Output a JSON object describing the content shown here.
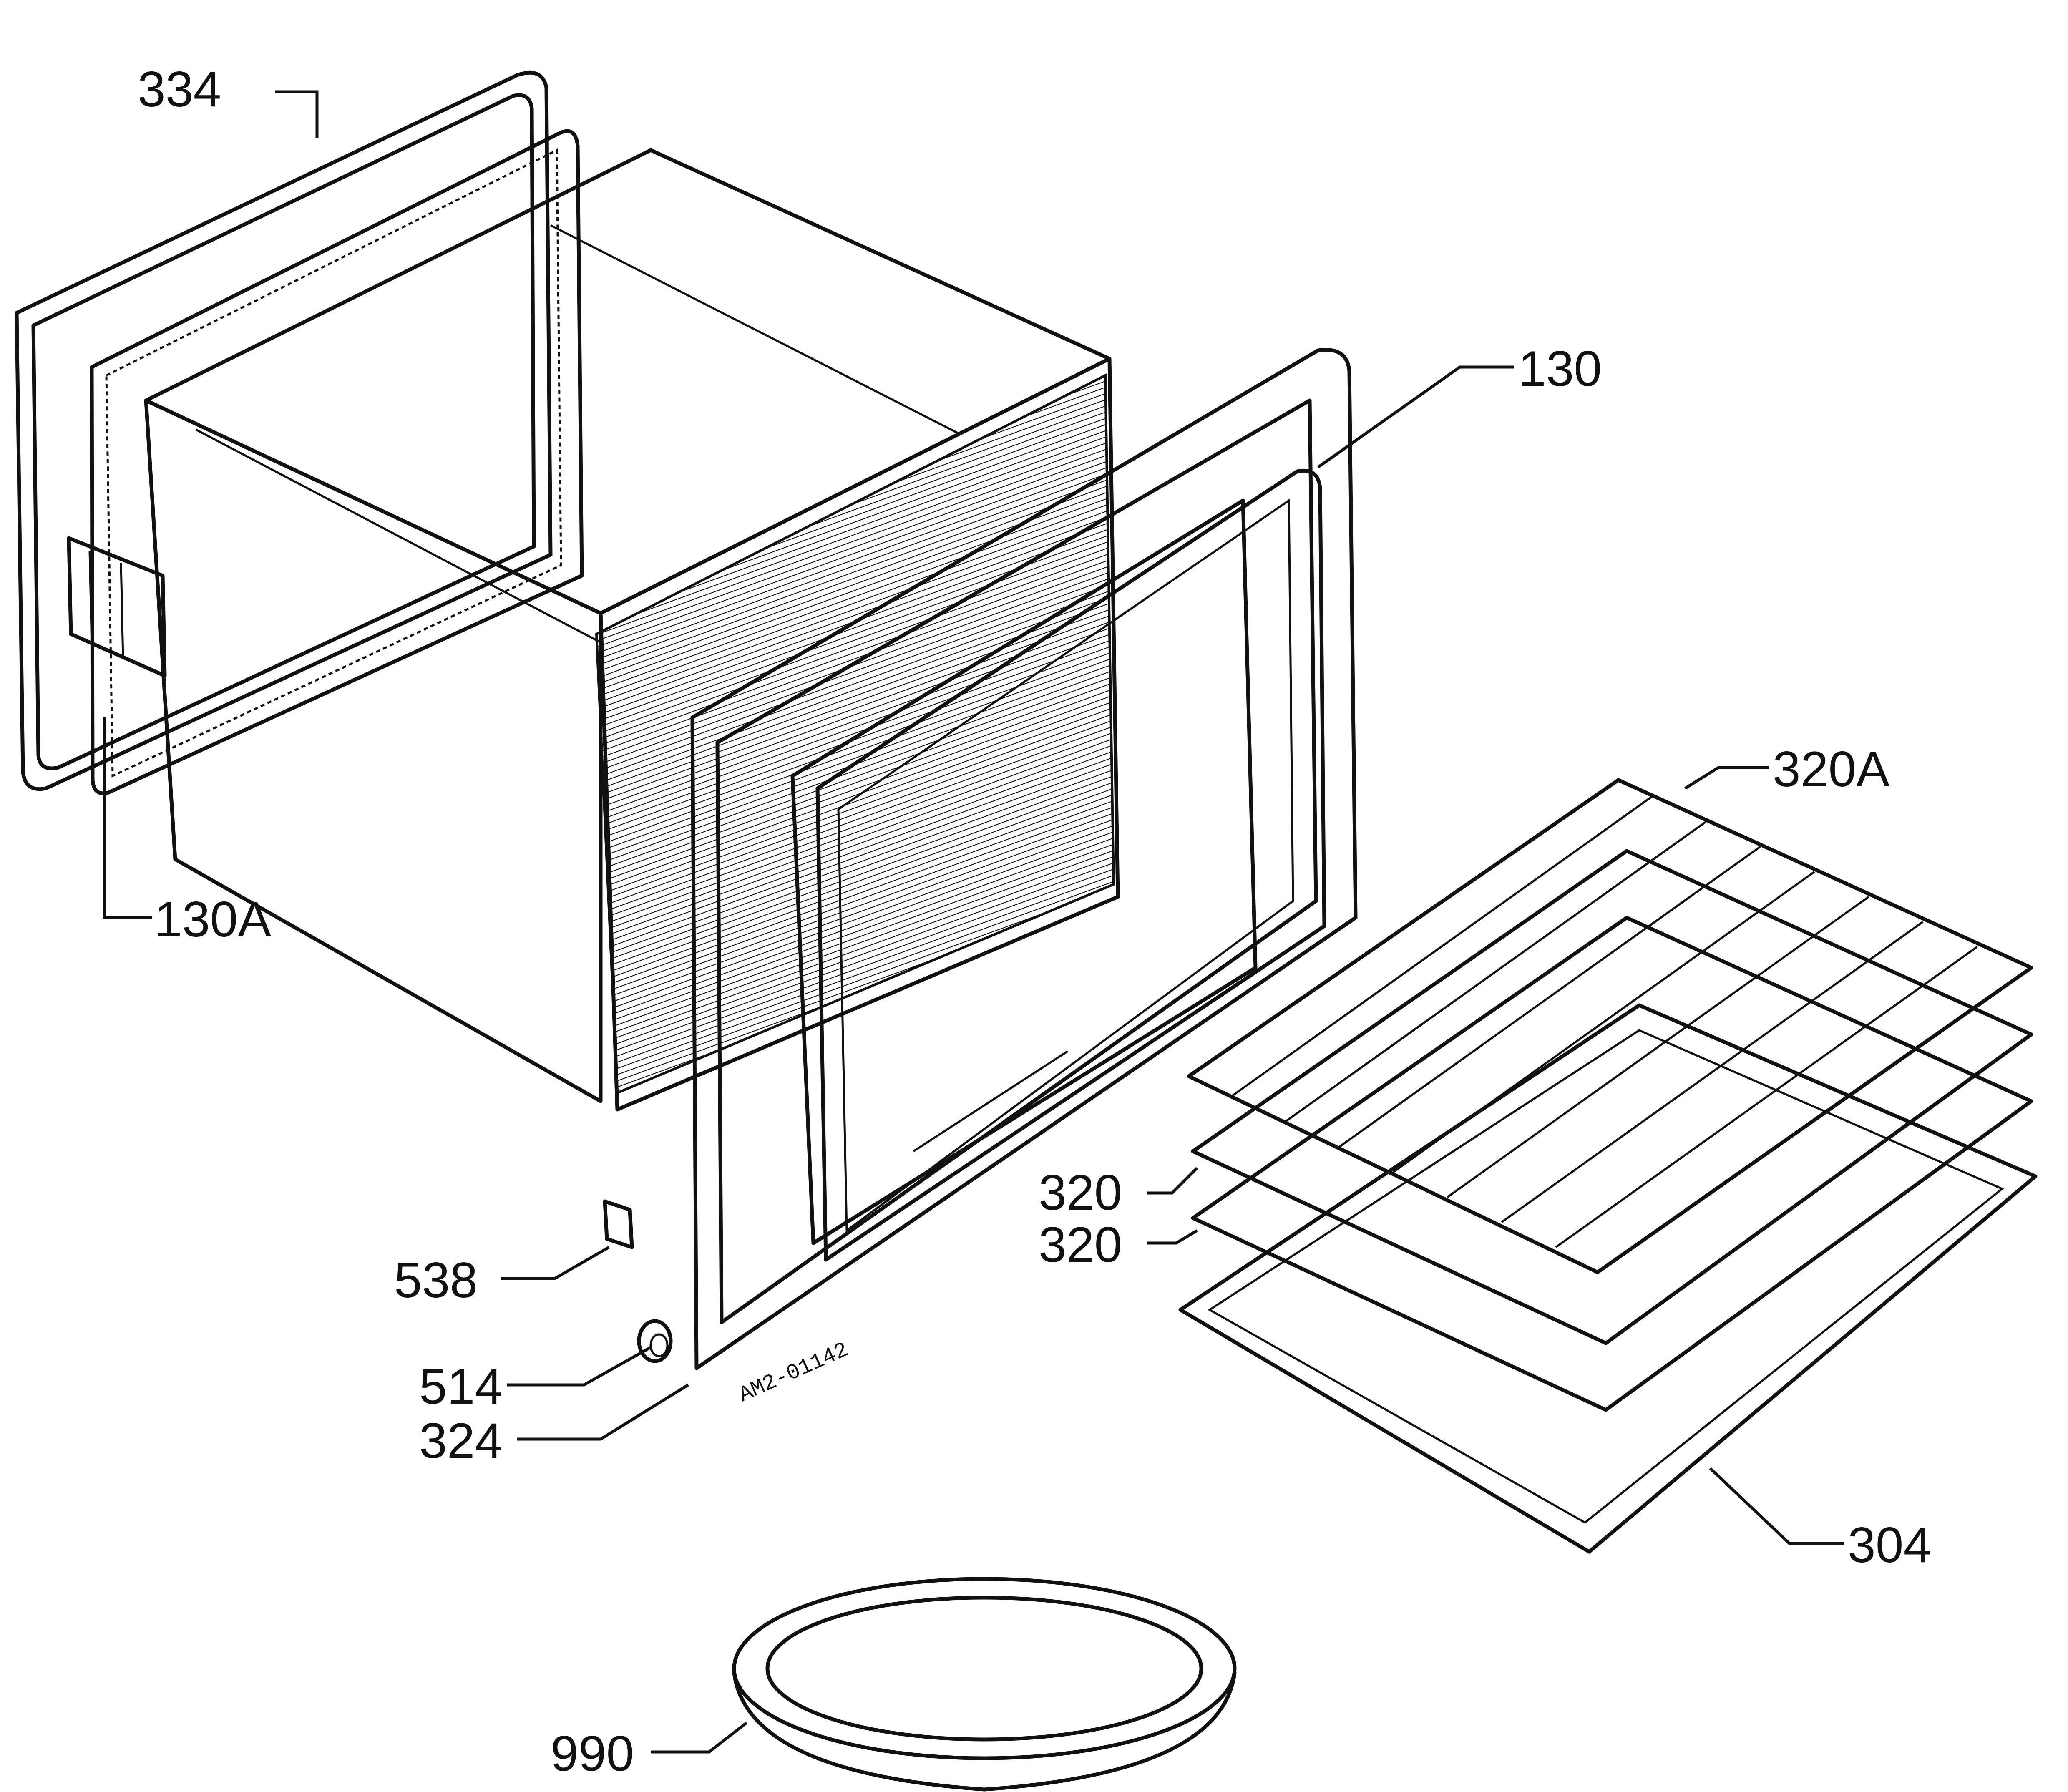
{
  "diagram": {
    "drawing_code": "AM2-01142",
    "labels": {
      "p334": "334",
      "p130": "130",
      "p130a": "130A",
      "p320a": "320A",
      "p320_upper": "320",
      "p320_lower": "320",
      "p538": "538",
      "p514": "514",
      "p324": "324",
      "p304": "304",
      "p990": "990"
    }
  }
}
